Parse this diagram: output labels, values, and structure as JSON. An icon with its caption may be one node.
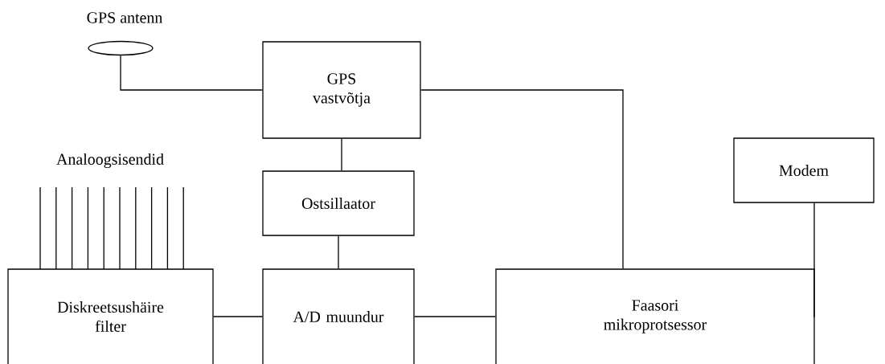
{
  "diagram": {
    "nodes": [
      {
        "text": [
          "GPS antenn"
        ]
      },
      {
        "text": [
          "GPS vastvõtja"
        ]
      },
      {
        "text": [
          "Ostsillaator"
        ]
      },
      {
        "text": [
          "Modem"
        ]
      },
      {
        "text": [
          "Diskreetsushäire filter"
        ]
      },
      {
        "text": [
          "A/D muundur"
        ]
      },
      {
        "text": [
          "Faasori mikroprotsessor"
        ]
      }
    ],
    "edges": [
      {
        "from": 0,
        "to": 1,
        "arrow": "none"
      },
      {
        "from": 1,
        "to": 2,
        "arrow": "none"
      },
      {
        "from": 2,
        "to": 5,
        "arrow": "none"
      },
      {
        "from": 4,
        "to": 5,
        "arrow": "none"
      },
      {
        "from": 5,
        "to": 6,
        "arrow": "none"
      },
      {
        "from": 1,
        "to": 6,
        "arrow": "none"
      },
      {
        "from": 3,
        "to": 6,
        "arrow": "none"
      }
    ],
    "labels": [
      "Analoogsisendid"
    ]
  }
}
